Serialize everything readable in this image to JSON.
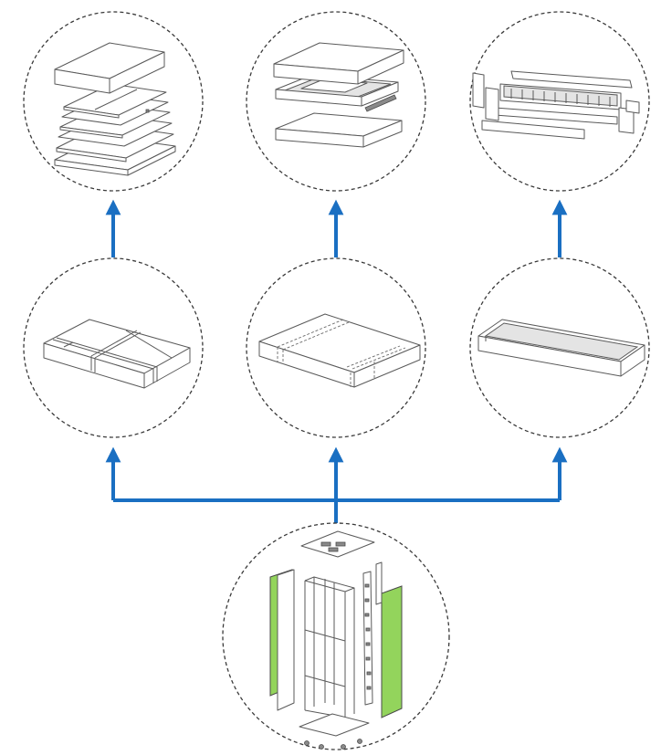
{
  "colors": {
    "arrow": "#1a6fc2",
    "panel_accent": "#93d45c",
    "outline": "#3a3a3a"
  },
  "nodes": [
    {
      "id": "cabinet",
      "icon": "server-cabinet-exploded-icon"
    },
    {
      "id": "pack-flat",
      "icon": "strapped-flat-package-icon"
    },
    {
      "id": "pack-frame",
      "icon": "corner-protected-package-icon"
    },
    {
      "id": "pack-tray",
      "icon": "open-tray-package-icon"
    },
    {
      "id": "layers-stack",
      "icon": "exploded-panel-stack-icon"
    },
    {
      "id": "frame-box",
      "icon": "exploded-frame-box-icon"
    },
    {
      "id": "beam-parts",
      "icon": "exploded-beam-parts-icon"
    }
  ],
  "edges": [
    {
      "from": "cabinet",
      "to": "pack-flat"
    },
    {
      "from": "cabinet",
      "to": "pack-frame"
    },
    {
      "from": "cabinet",
      "to": "pack-tray"
    },
    {
      "from": "pack-flat",
      "to": "layers-stack"
    },
    {
      "from": "pack-frame",
      "to": "frame-box"
    },
    {
      "from": "pack-tray",
      "to": "beam-parts"
    }
  ]
}
